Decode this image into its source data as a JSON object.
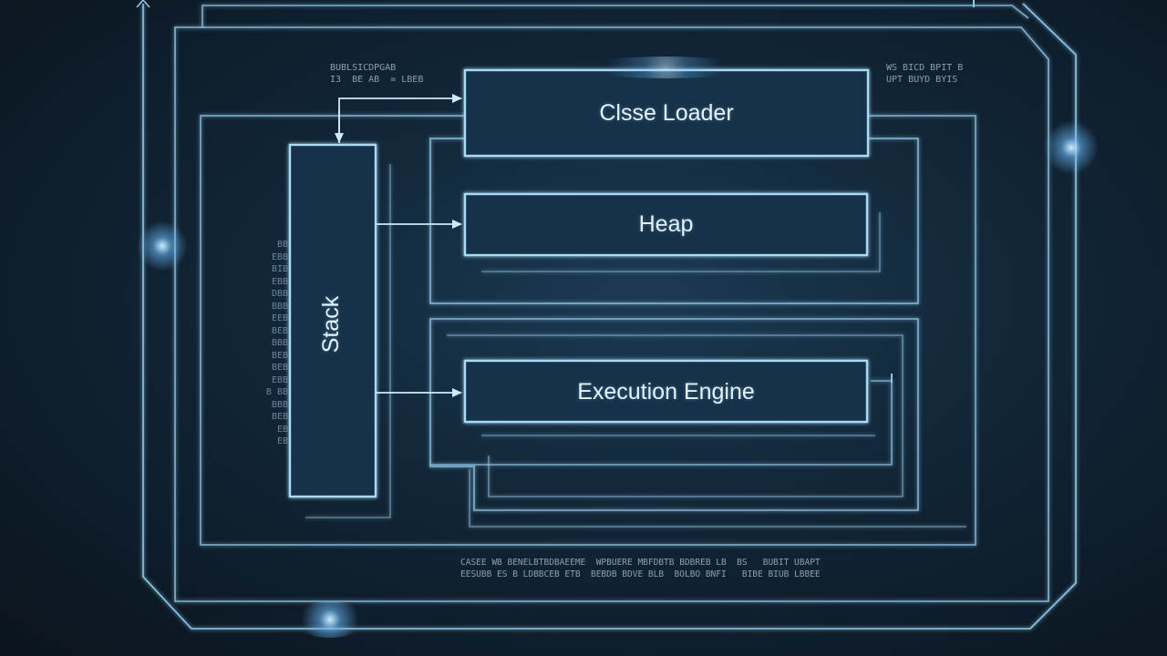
{
  "diagram": {
    "components": {
      "class_loader": "Clsse Loader",
      "heap": "Heap",
      "stack": "Stack",
      "execution_engine": "Execution Engine"
    },
    "noise_text": {
      "top_left": "BUBLSICDPGAB\nI3  BE AB  = LBEB",
      "top_right": "WS BICD BPIT B\nUPT BUYD BYIS",
      "bottom": "CASEE WB BENELBTBDBAEEME  WPBUERE MBFDBTB BDBREB LB  BS   BUBIT UBAPT\nEESUBB ES B LDBBCEB ETB  BEBDB BDVE BLB  BOLBO BNFI   BIBE BIUB LBBEE",
      "left_column": "BB\nEBB\nBIB\nEBB\nDBB\nBBB\nEEB\nBEB\nBBB\nBEB\nBEB\nEBB\nB BB\nBBB\nBEB\nEB\nEB"
    },
    "colors": {
      "line": "#9fd4f2",
      "box_fill": "#163049",
      "text": "#e6f2fb",
      "glow": "#7cc8ff"
    }
  }
}
